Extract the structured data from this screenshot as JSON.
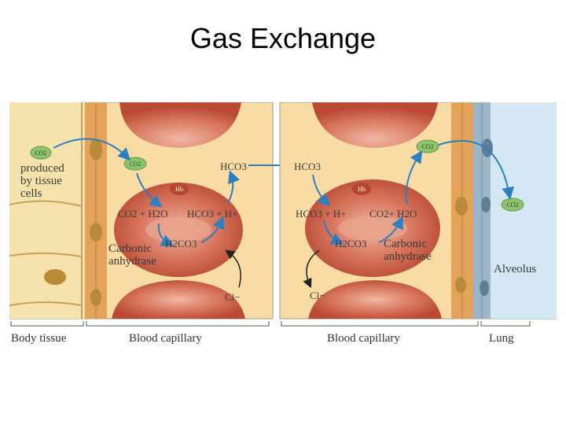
{
  "slide": {
    "title": "Gas Exchange"
  },
  "labels": {
    "co2": "CO2",
    "hb": "Hb",
    "co2_produced": "produced",
    "co2_by_tissue": "by tissue",
    "co2_cells": "cells",
    "left_hco3": "HCO3",
    "right_hco3": "HCO3",
    "left_eq1": "CO2 + H2O",
    "left_eq2": "HCO3 + H+",
    "left_h2co3": "H2CO3",
    "left_carbonic": "Carbonic",
    "left_anhydrase": "anhydrase",
    "left_cl": "Cl−",
    "right_eq1": "HCO3 + H+",
    "right_eq2": "CO2+ H2O",
    "right_h2co3": "H2CO3",
    "right_carbonic": "Carbonic",
    "right_anhydrase": "anhydrase",
    "right_cl": "Cl−",
    "alveolus": "Alveolus"
  },
  "bottom_labels": {
    "body_tissue": "Body tissue",
    "blood_capillary_left": "Blood capillary",
    "blood_capillary_right": "Blood capillary",
    "lung": "Lung"
  },
  "colors": {
    "tissue_bg": "#f6e0a4",
    "tissue_line": "#c9a25a",
    "plasma": "#f8dca4",
    "rbc": "#d06048",
    "rbc_light": "#e8a08a",
    "endothelium": "#e3a35a",
    "nucleus": "#b98a38",
    "alveolus": "#d6e7f4",
    "alveolar_wall": "#9cb6c8",
    "arrow": "#2c7fc0",
    "co2_bubble": "#8cc46c",
    "hb_badge": "#b8452c"
  }
}
